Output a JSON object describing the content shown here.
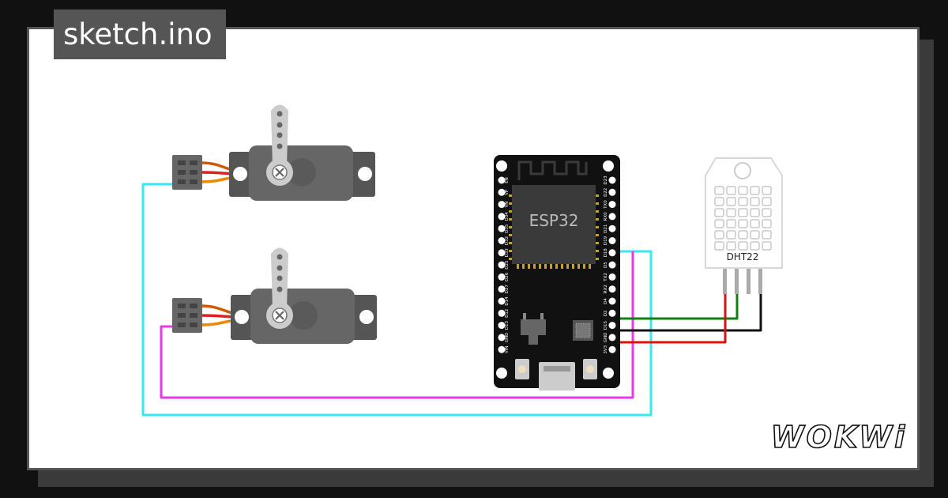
{
  "tab": {
    "filename": "sketch.ino"
  },
  "board": {
    "chip_label": "ESP32",
    "left_pins": [
      "EN",
      "VP",
      "VN",
      "D34",
      "D35",
      "D32",
      "D33",
      "D25",
      "D26",
      "D27",
      "D14",
      "D12",
      "D13",
      "GND",
      "VIN"
    ],
    "right_pins": [
      "D23",
      "D22",
      "TX0",
      "RX0",
      "D21",
      "D19",
      "D18",
      "D5",
      "TX2",
      "RX2",
      "D4",
      "D2",
      "D15",
      "GND",
      "3V3"
    ]
  },
  "sensor": {
    "label": "DHT22"
  },
  "brand": {
    "logo_text": "WOKWi"
  },
  "colors": {
    "servo_body": "#666666",
    "wire_cyan": "#38e8f0",
    "wire_magenta": "#e838e8",
    "wire_green": "#108010",
    "wire_red": "#e01010",
    "wire_black": "#111111"
  }
}
